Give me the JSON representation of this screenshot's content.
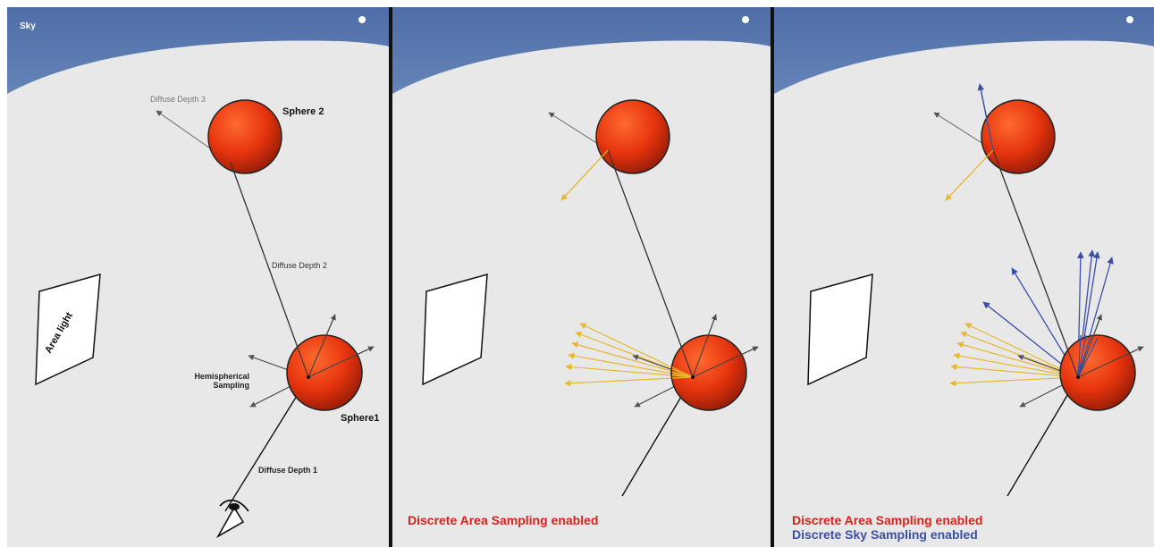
{
  "panel1": {
    "sky_label": "Sky",
    "area_light_label": "Area light",
    "sphere1_label": "Sphere1",
    "sphere2_label": "Sphere 2",
    "diffuse_depth_1": "Diffuse Depth 1",
    "diffuse_depth_2": "Diffuse Depth 2",
    "diffuse_depth_3": "Diffuse Depth 3",
    "hemispherical_line1": "Hemispherical",
    "hemispherical_line2": "Sampling"
  },
  "panel2": {
    "caption": "Discrete Area Sampling enabled"
  },
  "panel3": {
    "caption_area": "Discrete Area Sampling enabled",
    "caption_sky": "Discrete Sky Sampling enabled"
  },
  "colors": {
    "sky_top": "#5a78b0",
    "sky_bottom": "#d6ecf7",
    "ground": "#e9e9e9",
    "sphere": "#e63a10",
    "area_ray": "#f0c040",
    "sky_ray": "#3a4fa8",
    "area_caption": "#d8221c",
    "sky_caption": "#3a4fa8"
  }
}
